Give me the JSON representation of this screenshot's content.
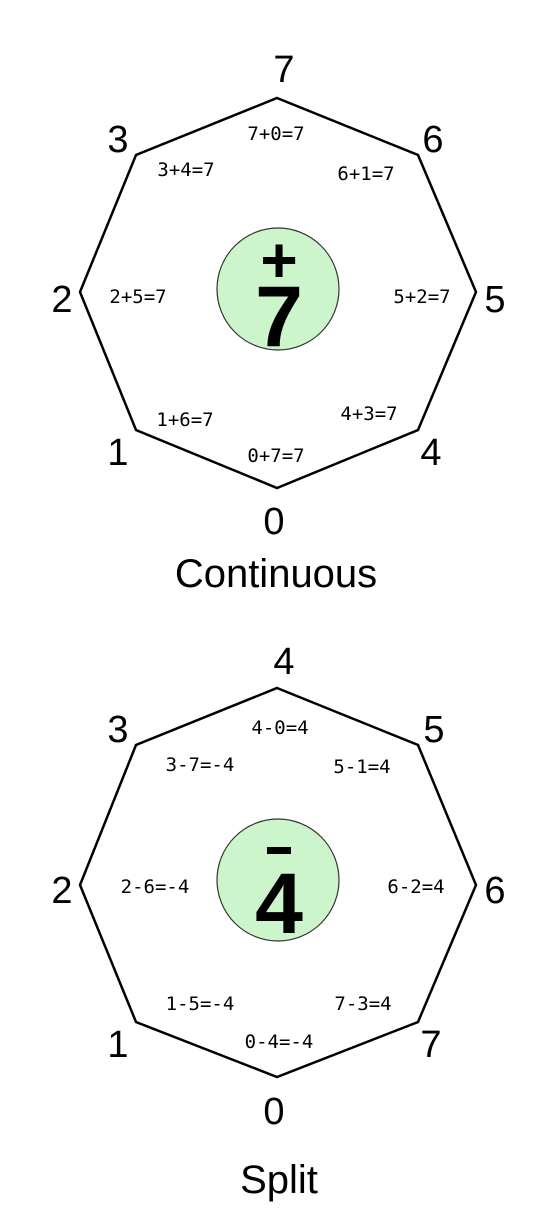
{
  "colors": {
    "disc_fill": "#ccf5cc",
    "line": "#000000",
    "background": "#ffffff"
  },
  "diagrams": [
    {
      "center_operator": "+",
      "center_value": "7",
      "caption": "Continuous",
      "vertex_labels": {
        "top": "7",
        "top_right": "6",
        "right": "5",
        "bottom_right": "4",
        "bottom": "0",
        "bottom_left": "1",
        "left": "2",
        "top_left": "3"
      },
      "edge_equations": {
        "top": "7+0=7",
        "top_right": "6+1=7",
        "right": "5+2=7",
        "bottom_right": "4+3=7",
        "bottom": "0+7=7",
        "bottom_left": "1+6=7",
        "left": "2+5=7",
        "top_left": "3+4=7"
      }
    },
    {
      "center_operator": "-",
      "center_value": "4",
      "caption": "Split",
      "vertex_labels": {
        "top": "4",
        "top_right": "5",
        "right": "6",
        "bottom_right": "7",
        "bottom": "0",
        "bottom_left": "1",
        "left": "2",
        "top_left": "3"
      },
      "edge_equations": {
        "top": "4-0=4",
        "top_right": "5-1=4",
        "right": "6-2=4",
        "bottom_right": "7-3=4",
        "bottom": "0-4=-4",
        "bottom_left": "1-5=-4",
        "left": "2-6=-4",
        "top_left": "3-7=-4"
      }
    }
  ]
}
